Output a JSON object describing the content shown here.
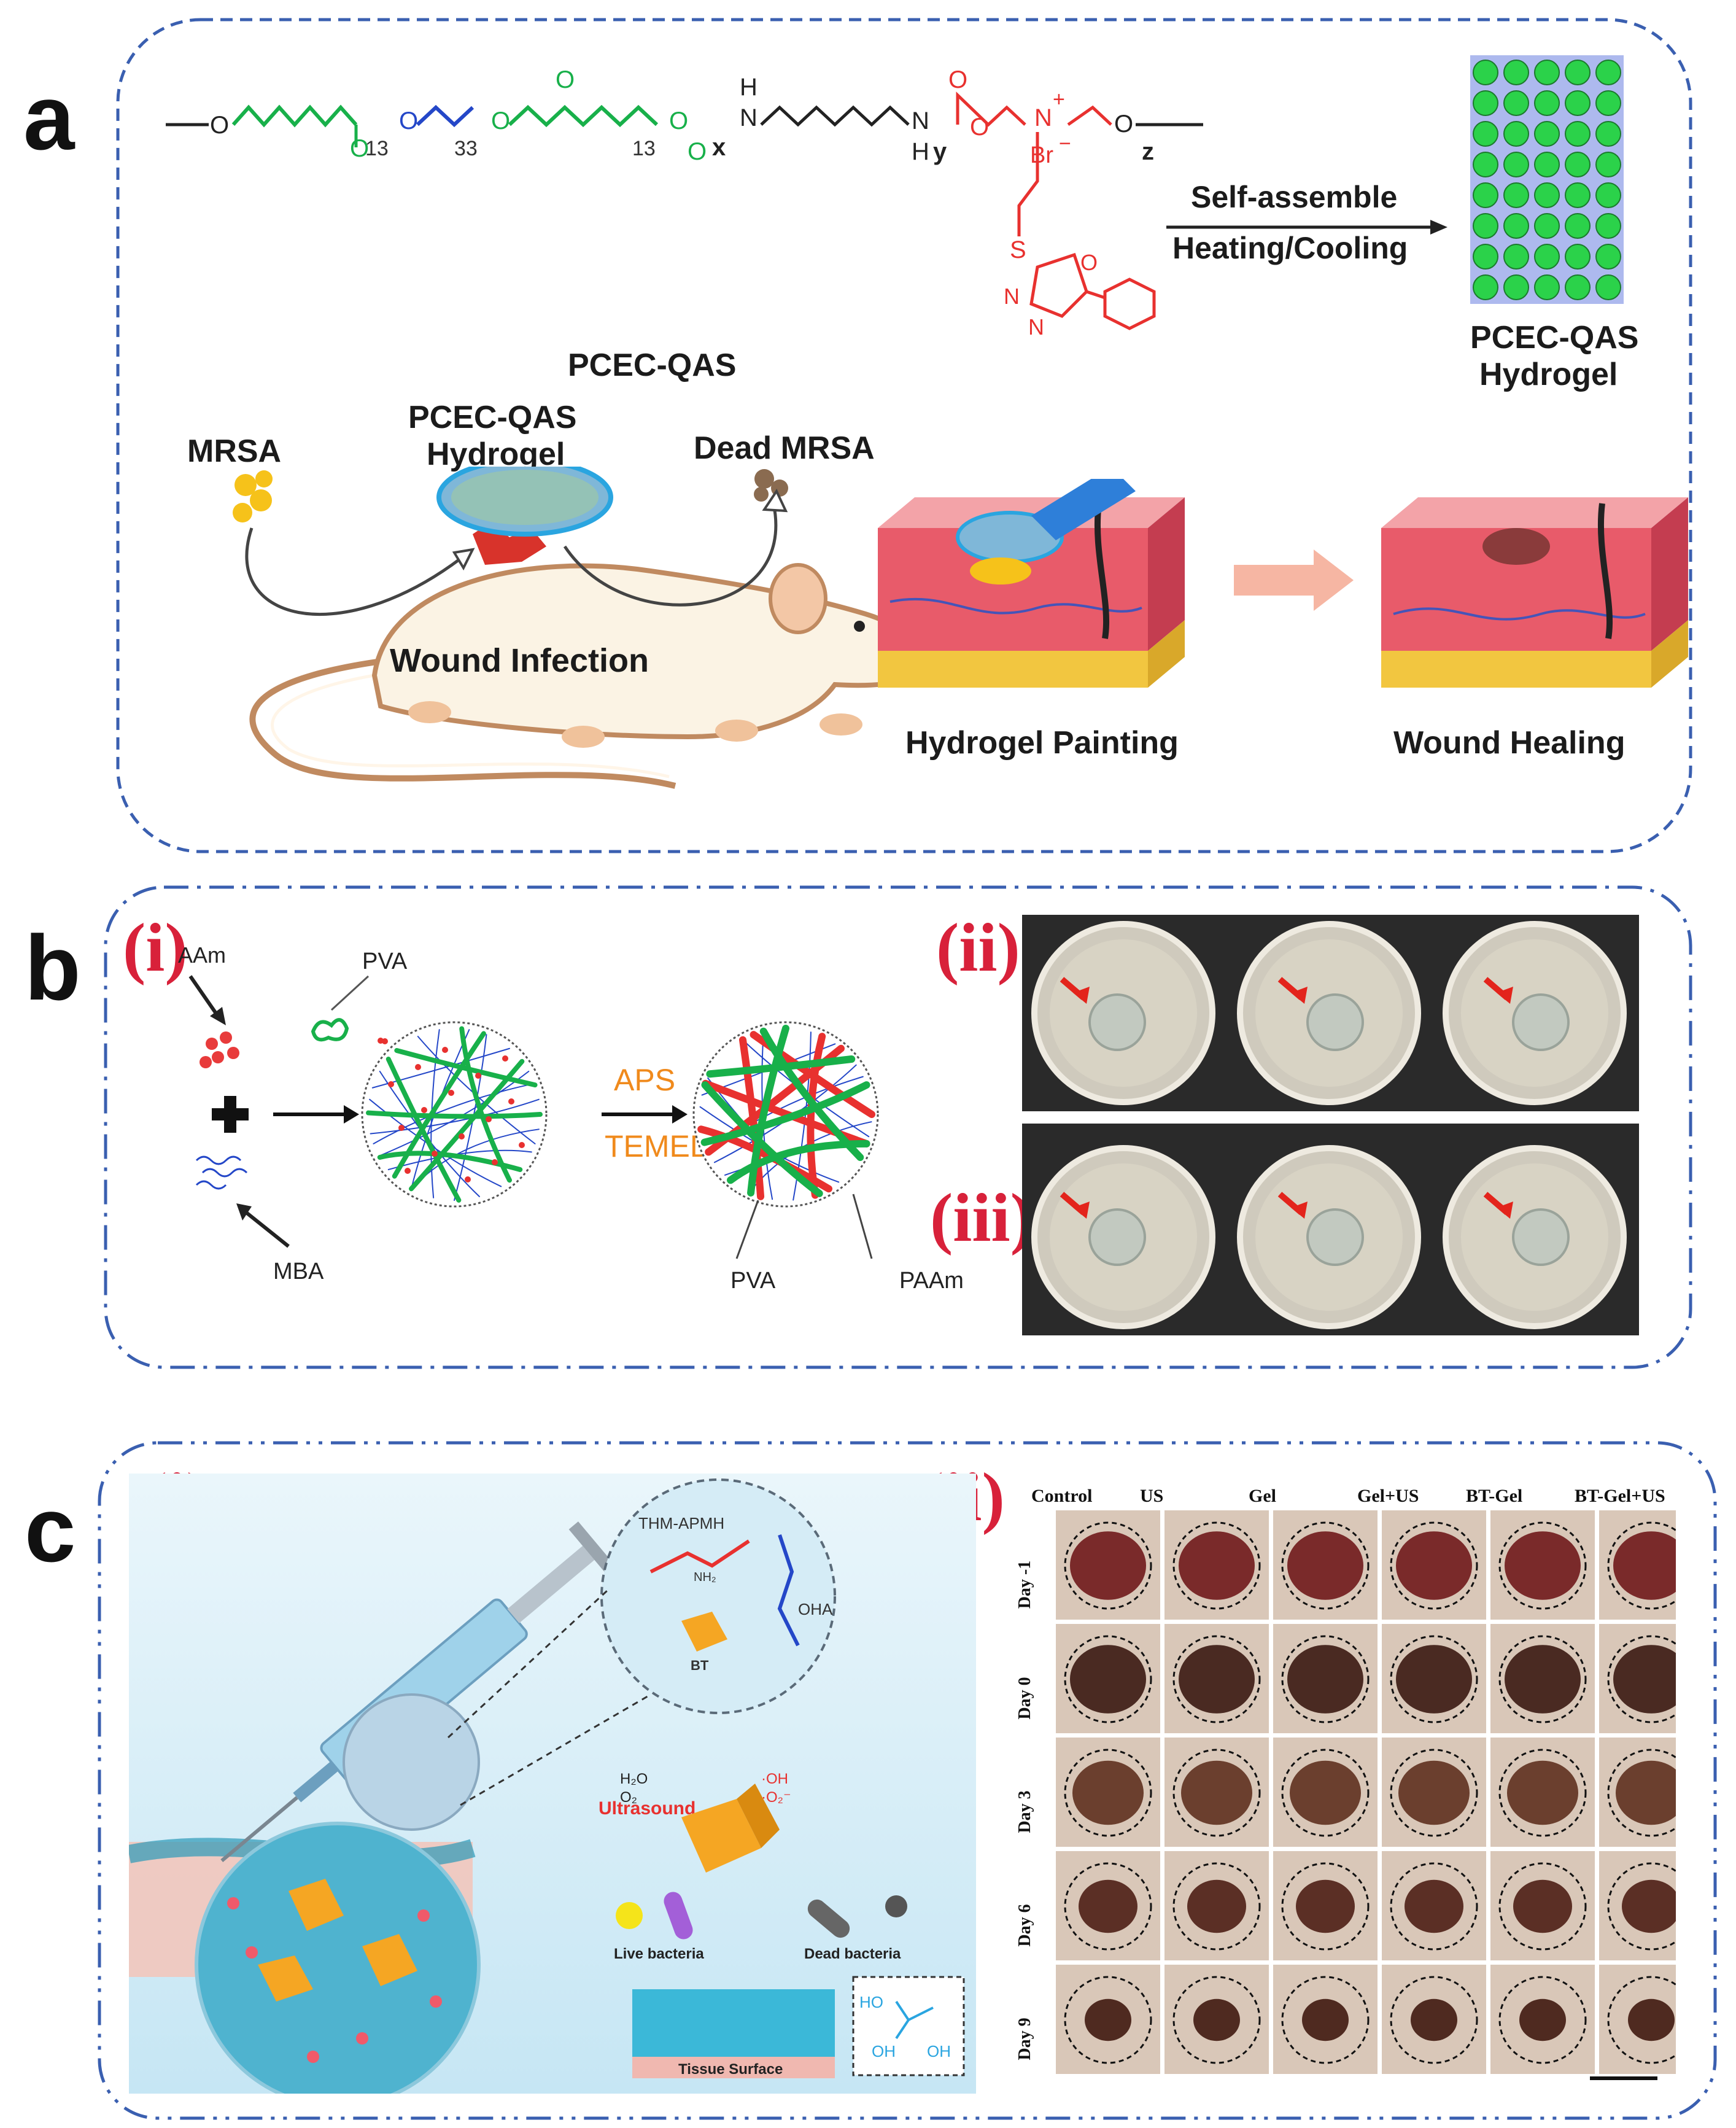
{
  "panels": {
    "a": {
      "letter": "a",
      "chem_labels": {
        "n13a": "13",
        "n33": "33",
        "n13b": "13",
        "x": "x",
        "y": "y",
        "z": "z",
        "H_top": "H",
        "N_left": "N",
        "N_right": "N",
        "H_bottom": "H",
        "N_plus": "N",
        "plus": "+",
        "Br": "Br",
        "minus": "−",
        "S": "S",
        "O": "O"
      },
      "self_assemble": "Self-assemble",
      "heating_cooling": "Heating/Cooling",
      "hydrogel_label_line1": "PCEC-QAS",
      "hydrogel_label_line2": "Hydrogel",
      "pcec_qas": "PCEC-QAS",
      "mouse_hydrogel_line1": "PCEC-QAS",
      "mouse_hydrogel_line2": "Hydrogel",
      "mrsa": "MRSA",
      "dead_mrsa": "Dead MRSA",
      "wound_infection": "Wound Infection",
      "hydrogel_painting": "Hydrogel Painting",
      "wound_healing": "Wound Healing"
    },
    "b": {
      "letter": "b",
      "roman_i": "(i)",
      "roman_ii": "(ii)",
      "roman_iii": "(iii)",
      "aam": "AAm",
      "pva_top": "PVA",
      "mba": "MBA",
      "aps": "APS",
      "temed": "TEMED",
      "pva_bottom": "PVA",
      "paam": "PAAm"
    },
    "c": {
      "letter": "c",
      "roman_i": "(i)",
      "roman_ii": "(ii)",
      "thm_apmh": "THM-APMH",
      "oha": "OHA",
      "bt": "BT",
      "ultrasound": "Ultrasound",
      "h2o": "H₂O",
      "o2": "O₂",
      "oh_rad": "·OH",
      "o2_rad": "·O₂⁻",
      "live_bacteria": "Live bacteria",
      "dead_bacteria": "Dead bacteria",
      "tissue_surface": "Tissue Surface",
      "ho": "HO",
      "oh1": "OH",
      "oh2": "OH",
      "columns": [
        "Control",
        "US",
        "Gel",
        "Gel+US",
        "BT-Gel",
        "BT-Gel+US"
      ],
      "rows": [
        "Day -1",
        "Day 0",
        "Day 3",
        "Day 6",
        "Day 9"
      ]
    }
  },
  "colors": {
    "frame_blue": "#3a5fb0",
    "red_label": "#d8213a",
    "orange_label": "#f08a1c",
    "green_chain": "#18b04a",
    "blue_chain": "#2447c8",
    "red_chain": "#e8312f"
  }
}
